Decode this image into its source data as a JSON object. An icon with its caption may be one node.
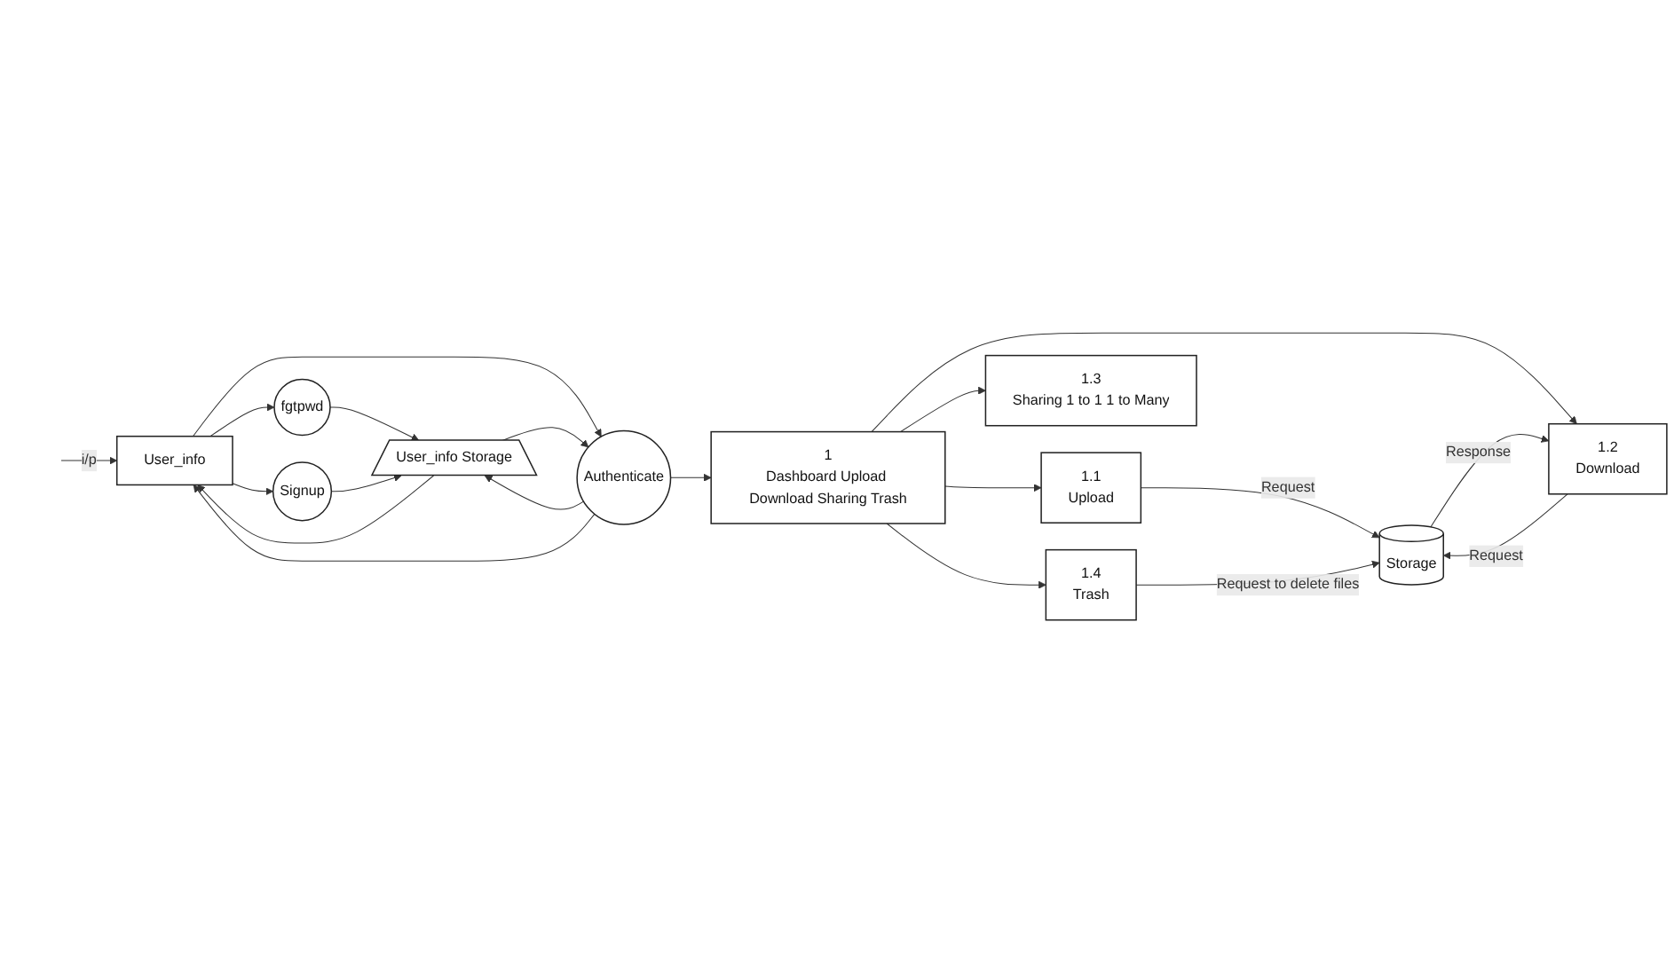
{
  "diagram": {
    "nodes": [
      {
        "text": [
          "User_info"
        ]
      },
      {
        "text": [
          "fgtpwd"
        ]
      },
      {
        "text": [
          "Authenticate"
        ]
      },
      {
        "text": [
          "Signup"
        ]
      },
      {
        "text": [
          "User_info Storage"
        ]
      },
      {
        "text": [
          "1",
          "Dashboard Upload Download Sharing Trash"
        ]
      },
      {
        "text": [
          "1.1",
          "Upload"
        ]
      },
      {
        "text": [
          "1.2",
          "Download"
        ]
      },
      {
        "text": [
          "1.3",
          "Sharing 1 to 1 1 to Many"
        ]
      },
      {
        "text": [
          "1.4",
          "Trash"
        ]
      },
      {
        "text": [
          "Storage"
        ]
      }
    ],
    "edges": [
      {
        "from": null,
        "to": 0,
        "arrow": "to",
        "label": "i/p"
      },
      {
        "from": 0,
        "to": 1,
        "arrow": "to"
      },
      {
        "from": 0,
        "to": 2,
        "arrow": "to"
      },
      {
        "from": 0,
        "to": 3,
        "arrow": "to"
      },
      {
        "from": 1,
        "to": 4,
        "arrow": "to"
      },
      {
        "from": 4,
        "to": 2,
        "arrow": "to"
      },
      {
        "from": 2,
        "to": 4,
        "arrow": "to"
      },
      {
        "from": 3,
        "to": 4,
        "arrow": "to"
      },
      {
        "from": 4,
        "to": 0,
        "arrow": "to"
      },
      {
        "from": 2,
        "to": 5,
        "arrow": "to"
      },
      {
        "from": 2,
        "to": 0,
        "arrow": "to"
      },
      {
        "from": 5,
        "to": 6,
        "arrow": "to"
      },
      {
        "from": 5,
        "to": 7,
        "arrow": "to"
      },
      {
        "from": 5,
        "to": 8,
        "arrow": "to"
      },
      {
        "from": 5,
        "to": 9,
        "arrow": "to"
      },
      {
        "from": 6,
        "to": 10,
        "arrow": "to",
        "label": "Request"
      },
      {
        "from": 7,
        "to": 10,
        "arrow": "to",
        "label": "Request"
      },
      {
        "from": 10,
        "to": 7,
        "arrow": "to",
        "label": "Response"
      },
      {
        "from": 9,
        "to": 10,
        "arrow": "to",
        "label": "Request to delete files"
      }
    ]
  }
}
